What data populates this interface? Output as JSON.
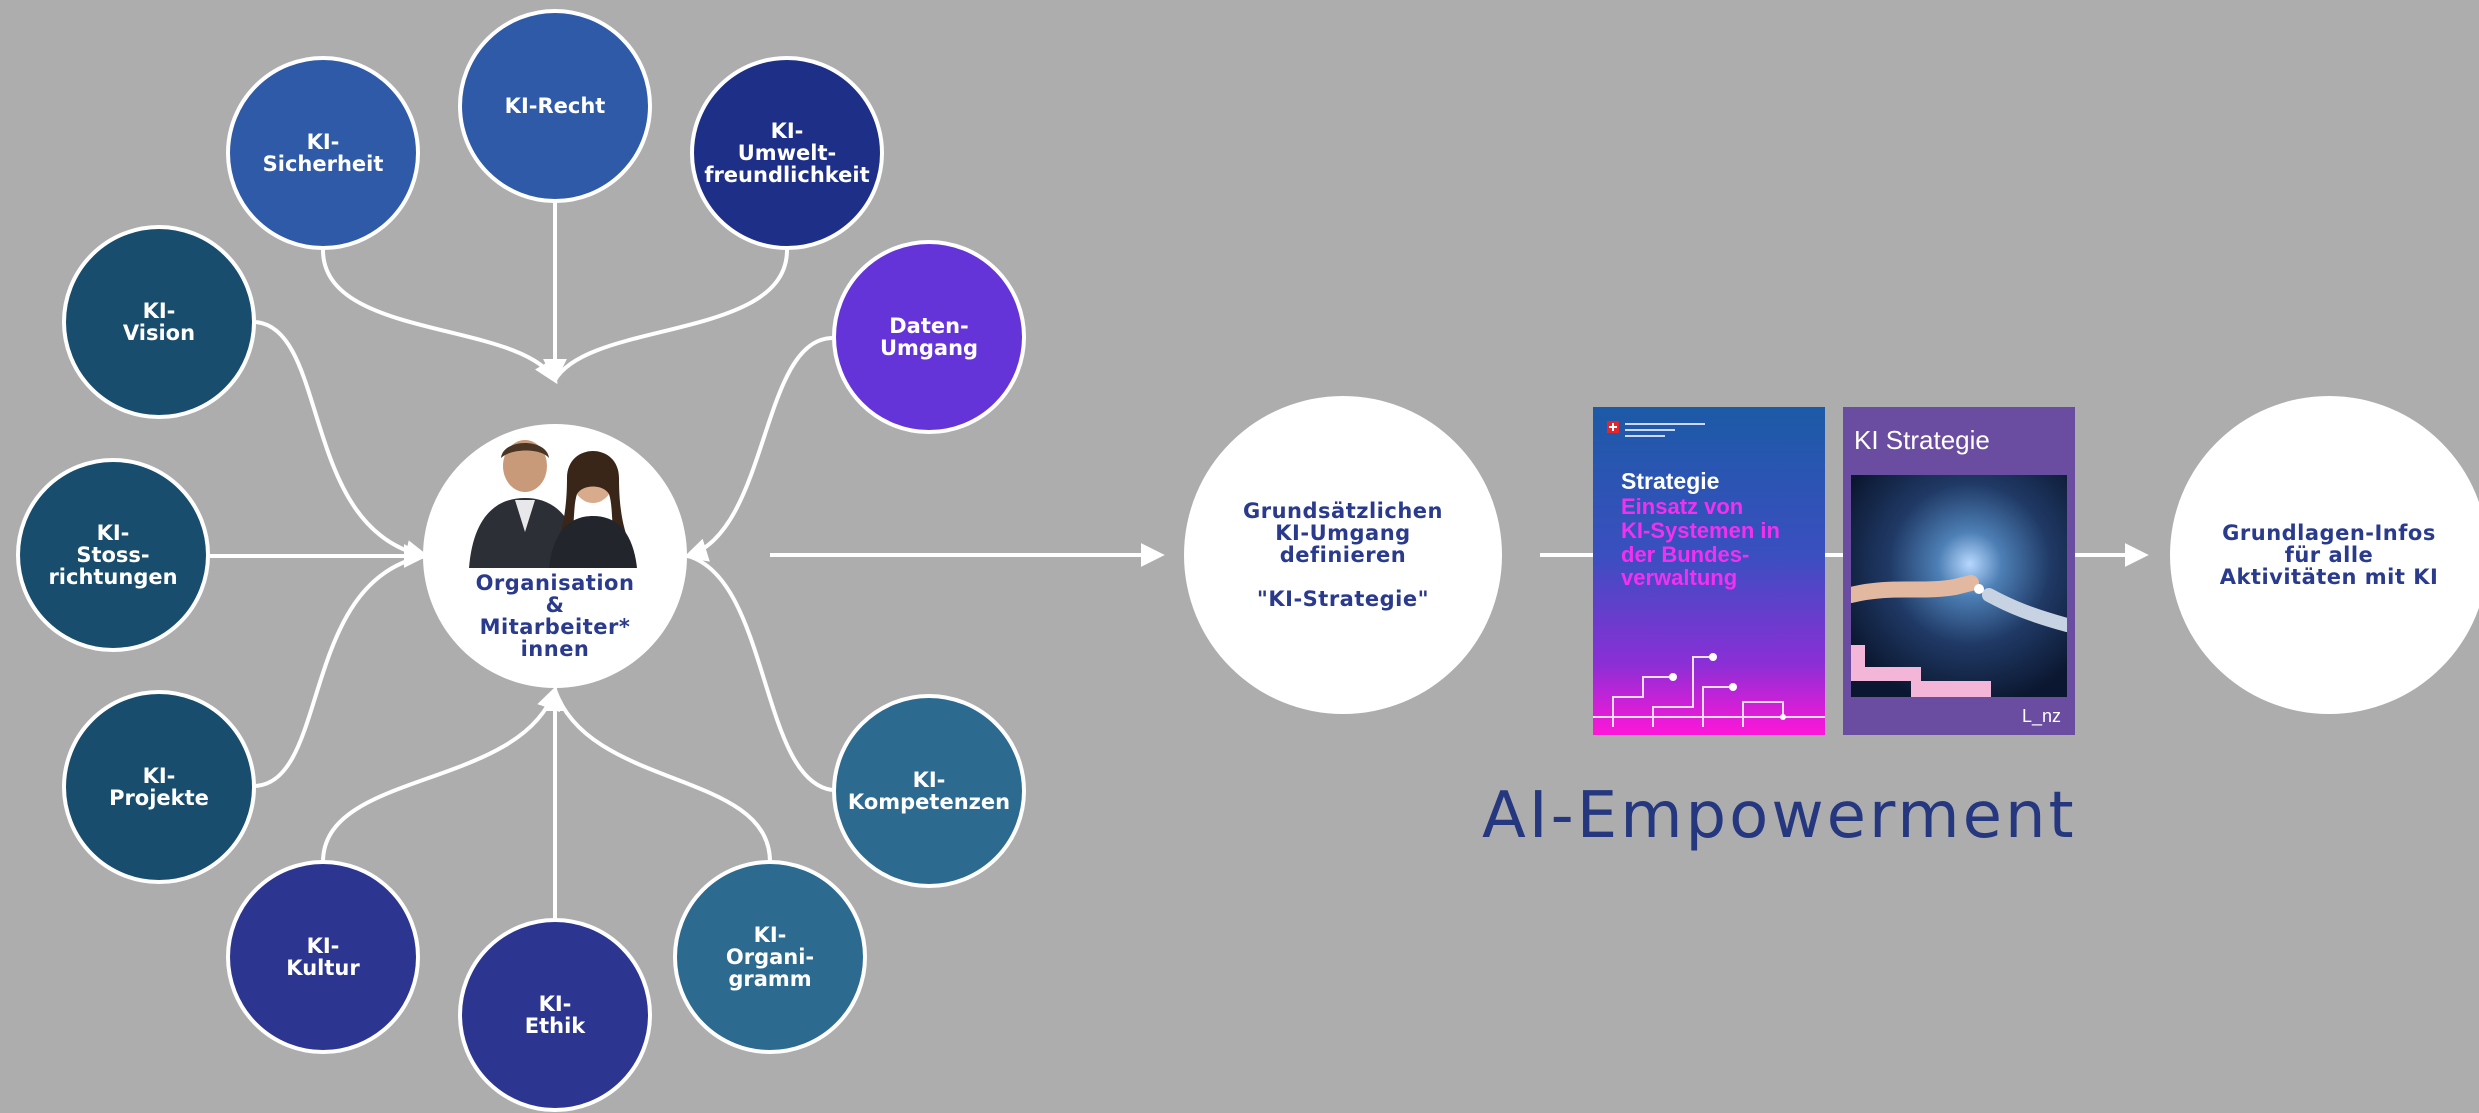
{
  "center": {
    "label": "Organisation\n&\nMitarbeiter*\ninnen"
  },
  "nodes": [
    {
      "id": "ki-recht",
      "label": "KI-Recht",
      "color": "#2f5aa8"
    },
    {
      "id": "ki-sicherheit",
      "label": "KI-\nSicherheit",
      "color": "#2f5aa8"
    },
    {
      "id": "ki-umwelt",
      "label": "KI-\nUmwelt-\nfreundlichkeit",
      "color": "#1e2f87"
    },
    {
      "id": "ki-vision",
      "label": "KI-\nVision",
      "color": "#184d6d"
    },
    {
      "id": "daten-umgang",
      "label": "Daten-\nUmgang",
      "color": "#6434d8"
    },
    {
      "id": "ki-stoss",
      "label": "KI-\nStoss-\nrichtungen",
      "color": "#184d6d"
    },
    {
      "id": "ki-projekte",
      "label": "KI-\nProjekte",
      "color": "#184d6d"
    },
    {
      "id": "ki-kompetenzen",
      "label": "KI-\nKompetenzen",
      "color": "#2c6a90"
    },
    {
      "id": "ki-kultur",
      "label": "KI-\nKultur",
      "color": "#2c3590"
    },
    {
      "id": "ki-organigramm",
      "label": "KI-\nOrgani-\ngramm",
      "color": "#2c6a90"
    },
    {
      "id": "ki-ethik",
      "label": "KI-\nEthik",
      "color": "#2c3590"
    }
  ],
  "strategy_circle": {
    "label": "Grundsätzlichen\nKI-Umgang\ndefinieren\n\n\"KI-Strategie\""
  },
  "documents": {
    "doc1": {
      "title": "Strategie",
      "subtitle": "Einsatz von\nKI-Systemen in\nder Bundes-\nverwaltung"
    },
    "doc2": {
      "title": "KI Strategie",
      "logo": "L_nz"
    }
  },
  "result_circle": {
    "label": "Grundlagen-Infos\nfür alle\nAktivitäten mit KI"
  },
  "headline": "AI-Empowerment",
  "colors": {
    "background": "#adadad",
    "text_dark": "#2a3a8c",
    "headline": "#25377f",
    "line": "#ffffff"
  }
}
